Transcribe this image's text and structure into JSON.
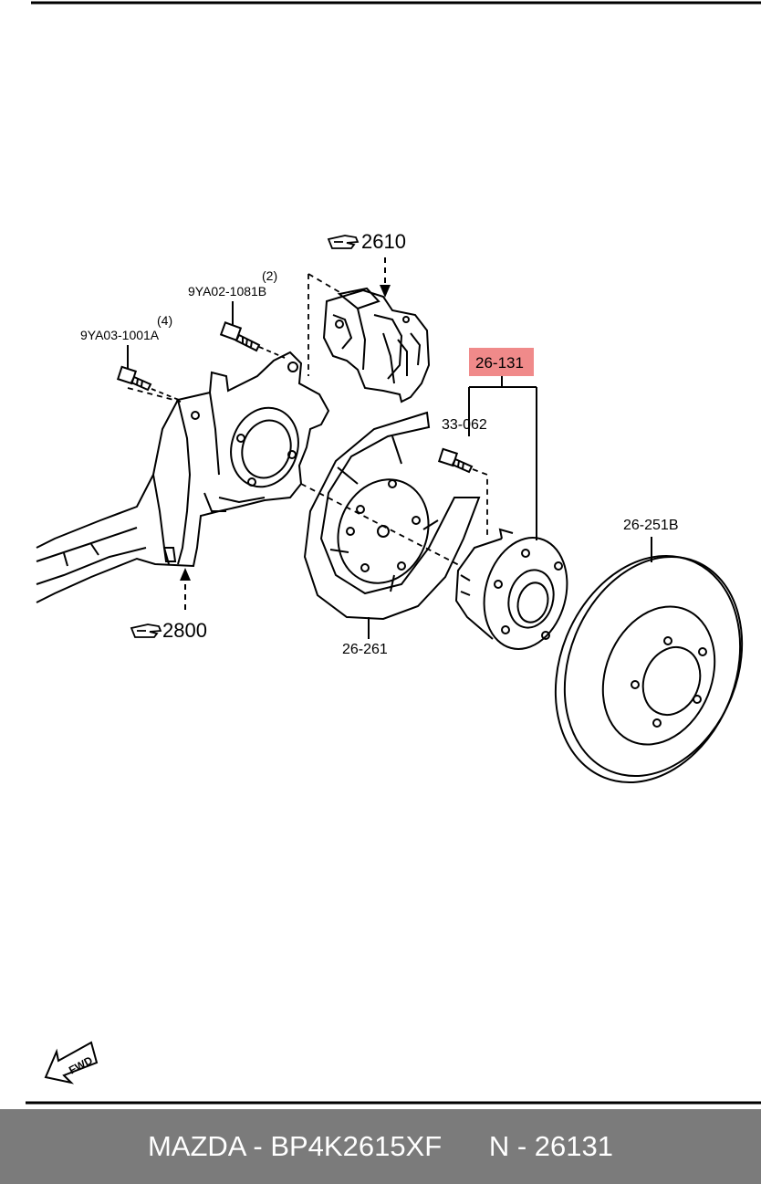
{
  "labels": {
    "ref_caliper": "2610",
    "ref_knuckle": "2800",
    "bolt_upper_qty": "(2)",
    "bolt_upper_part": "9YA02-1081B",
    "bolt_lower_qty": "(4)",
    "bolt_lower_part": "9YA03-1001A",
    "hub_assembly": "26-131",
    "hub_bolt": "33-062",
    "brake_disc": "26-251B",
    "dust_shield": "26-261",
    "direction": "FWD"
  },
  "footer": {
    "brand_part": "MAZDA - BP4K2615XF",
    "ref_number": "N - 26131"
  },
  "colors": {
    "highlight": "#f08a8a",
    "footer_bg": "#7b7b7b",
    "line": "#000000"
  },
  "icons": {
    "reference": "pointing-hand-icon",
    "direction": "fwd-arrow-icon"
  }
}
